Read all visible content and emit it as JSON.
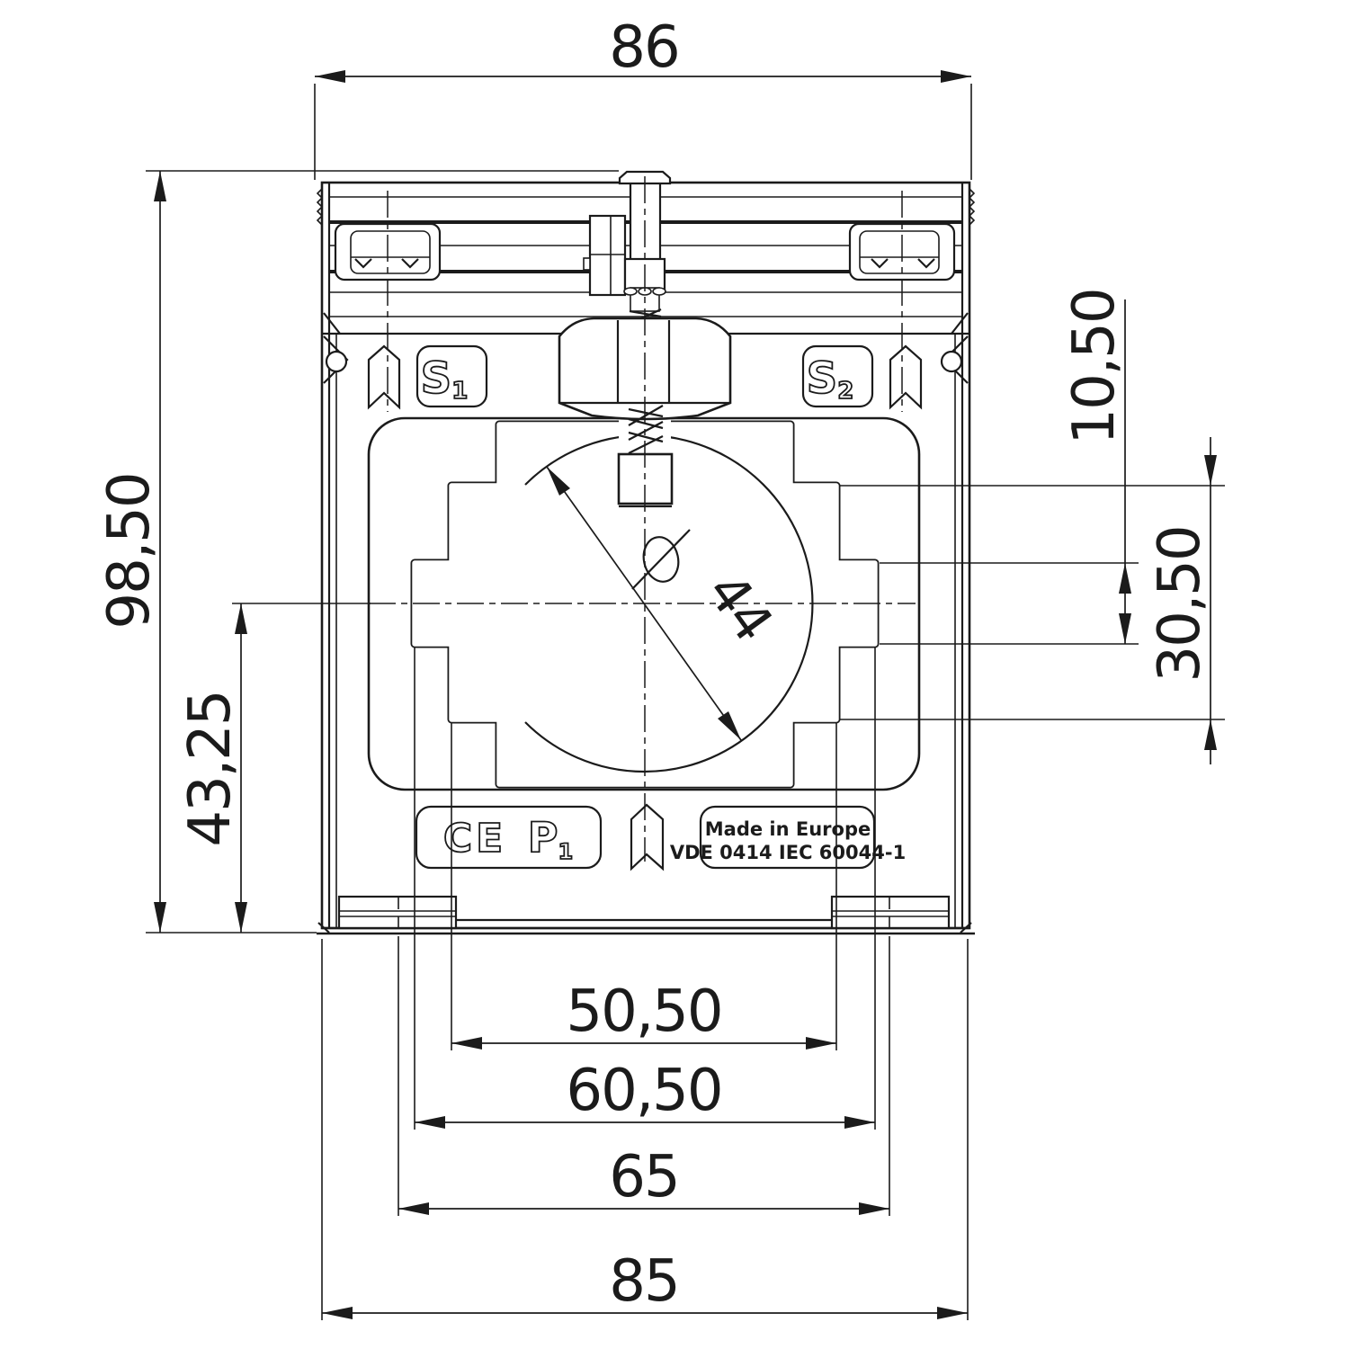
{
  "drawing": {
    "type": "technical-dimension-drawing",
    "view": "current-transformer-front-view",
    "background": "#ffffff",
    "line_color": "#1b1b1b",
    "dimensions": {
      "top_width": "86",
      "overall_height": "98,50",
      "center_to_base": "43,25",
      "window_height": "10,50",
      "step_height": "30,50",
      "aperture_diameter": "44",
      "inner_step_width": "50,50",
      "window_width": "60,50",
      "foot_spacing": "65",
      "base_width": "85"
    },
    "terminal_labels": {
      "s1_base": "S",
      "s1_sub": "1",
      "s2_base": "S",
      "s2_sub": "2",
      "p1_base": "P",
      "p1_sub": "1"
    },
    "certification": {
      "ce_mark": "CE",
      "origin": "Made in Europe",
      "standard": "VDE 0414 IEC 60044-1"
    }
  }
}
